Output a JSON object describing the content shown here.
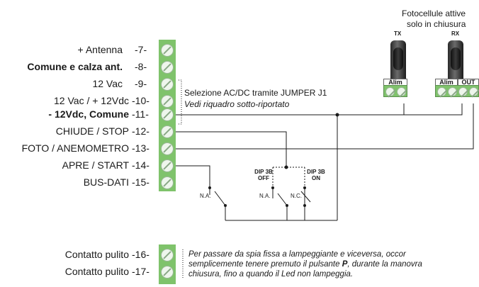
{
  "terminals": [
    {
      "label": "+ Antenna",
      "num": "-7-",
      "bold": false
    },
    {
      "label": "Comune e calza ant.",
      "num": "-8-",
      "bold": true
    },
    {
      "label": "12 Vac",
      "num": "-9-",
      "bold": false
    },
    {
      "label": "12 Vac / + 12Vdc",
      "num": "-10-",
      "bold": false
    },
    {
      "label": "- 12Vdc, Comune",
      "num": "-11-",
      "bold": true
    },
    {
      "label": "CHIUDE / STOP",
      "num": "-12-",
      "bold": false
    },
    {
      "label": "FOTO / ANEMOMETRO",
      "num": "-13-",
      "bold": false
    },
    {
      "label": "APRE / START",
      "num": "-14-",
      "bold": false
    },
    {
      "label": "BUS-DATI",
      "num": "-15-",
      "bold": false
    }
  ],
  "terminals_bottom": [
    {
      "label": "Contatto pulito",
      "num": "-16-"
    },
    {
      "label": "Contatto pulito",
      "num": "-17-"
    }
  ],
  "photocells": {
    "title_line1": "Fotocellule attive",
    "title_line2": "solo in chiusura",
    "tx_label": "TX",
    "rx_label": "RX",
    "alim_label": "Alim",
    "out_label": "OUT"
  },
  "jumper_note": {
    "line1": "Selezione AC/DC tramite JUMPER J1",
    "line2": "Vedi riquadro sotto-riportato"
  },
  "contacts": {
    "na1": "N.A.",
    "na2": "N.A.",
    "nc": "N.C.",
    "dip_off": [
      "DIP 3B",
      "OFF"
    ],
    "dip_on": [
      "DIP 3B",
      "ON"
    ]
  },
  "bottom_note": {
    "line1_a": "Per passare da spia fissa a lampeggiante e viceversa, occor",
    "line2_a": "semplicemente tenere premuto il pulsante ",
    "line2_b": "P",
    "line2_c": ", durante la manovra",
    "line3": "chiusura, fino a quando il Led non lampeggia."
  },
  "colors": {
    "terminal_green": "#7fc36b",
    "wire": "#1a1a1a"
  }
}
